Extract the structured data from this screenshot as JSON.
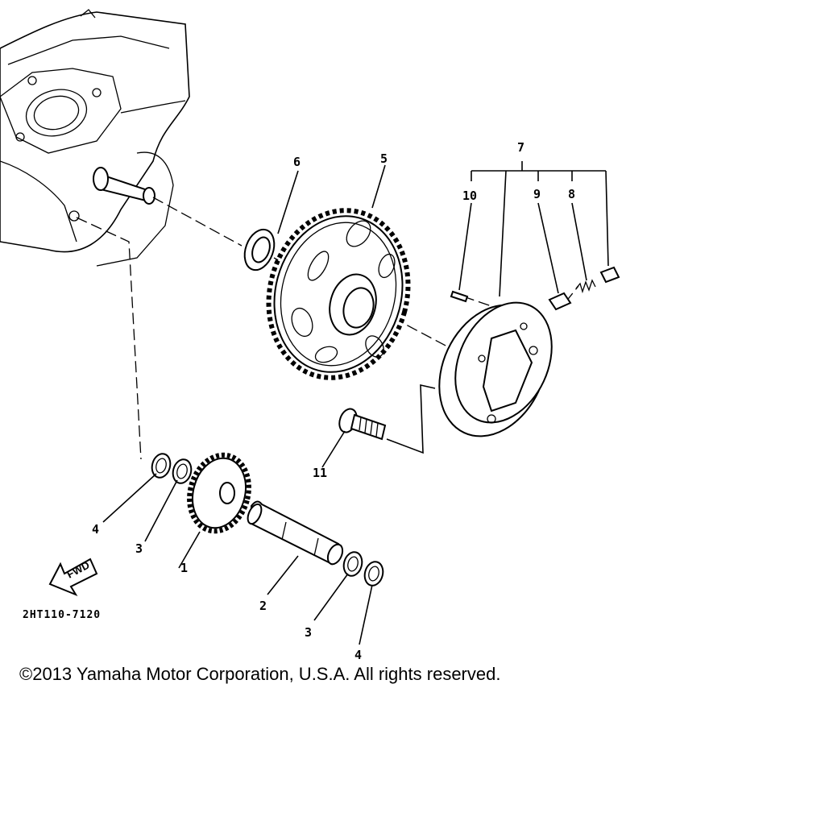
{
  "diagram": {
    "callouts": {
      "p1": "1",
      "p2": "2",
      "p3a": "3",
      "p3b": "3",
      "p4a": "4",
      "p4b": "4",
      "p5": "5",
      "p6": "6",
      "p7": "7",
      "p8": "8",
      "p9": "9",
      "p10": "10",
      "p11": "11"
    },
    "fwd_label": "FWD",
    "diagram_code": "2HT110-7120"
  },
  "footer": {
    "copyright": "©2013 Yamaha Motor Corporation, U.S.A. All rights reserved."
  }
}
